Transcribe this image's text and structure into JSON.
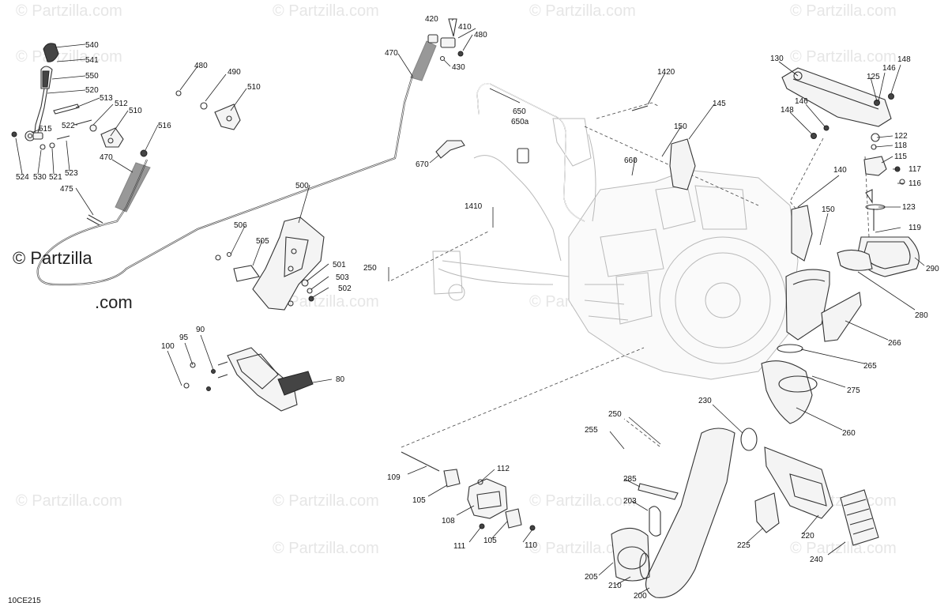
{
  "watermark": {
    "text": "© Partzilla.com",
    "corner_line1": "© Partzilla",
    "corner_line2": ".com"
  },
  "figure_code": "10CE215",
  "callouts": [
    {
      "id": "c540",
      "text": "540"
    },
    {
      "id": "c541",
      "text": "541"
    },
    {
      "id": "c550",
      "text": "550"
    },
    {
      "id": "c520",
      "text": "520"
    },
    {
      "id": "c513",
      "text": "513"
    },
    {
      "id": "c512",
      "text": "512"
    },
    {
      "id": "c510a",
      "text": "510"
    },
    {
      "id": "c515",
      "text": "515"
    },
    {
      "id": "c522",
      "text": "522"
    },
    {
      "id": "c516",
      "text": "516"
    },
    {
      "id": "c524",
      "text": "524"
    },
    {
      "id": "c530",
      "text": "530"
    },
    {
      "id": "c521",
      "text": "521"
    },
    {
      "id": "c523",
      "text": "523"
    },
    {
      "id": "c470a",
      "text": "470"
    },
    {
      "id": "c475",
      "text": "475"
    },
    {
      "id": "c480a",
      "text": "480"
    },
    {
      "id": "c490",
      "text": "490"
    },
    {
      "id": "c510b",
      "text": "510"
    },
    {
      "id": "c420",
      "text": "420"
    },
    {
      "id": "c410",
      "text": "410"
    },
    {
      "id": "c480b",
      "text": "480"
    },
    {
      "id": "c470b",
      "text": "470"
    },
    {
      "id": "c430",
      "text": "430"
    },
    {
      "id": "c1420",
      "text": "1420"
    },
    {
      "id": "c650",
      "text": "650"
    },
    {
      "id": "c650a",
      "text": "650a"
    },
    {
      "id": "c670",
      "text": "670"
    },
    {
      "id": "c145",
      "text": "145"
    },
    {
      "id": "c150a",
      "text": "150"
    },
    {
      "id": "c660",
      "text": "660"
    },
    {
      "id": "c1410",
      "text": "1410"
    },
    {
      "id": "c500",
      "text": "500"
    },
    {
      "id": "c506",
      "text": "506"
    },
    {
      "id": "c505",
      "text": "505"
    },
    {
      "id": "c501",
      "text": "501"
    },
    {
      "id": "c503",
      "text": "503"
    },
    {
      "id": "c502",
      "text": "502"
    },
    {
      "id": "c250a",
      "text": "250"
    },
    {
      "id": "c130",
      "text": "130"
    },
    {
      "id": "c148a",
      "text": "148"
    },
    {
      "id": "c146a",
      "text": "146"
    },
    {
      "id": "c125",
      "text": "125"
    },
    {
      "id": "c146b",
      "text": "146"
    },
    {
      "id": "c148b",
      "text": "148"
    },
    {
      "id": "c122",
      "text": "122"
    },
    {
      "id": "c118",
      "text": "118"
    },
    {
      "id": "c115",
      "text": "115"
    },
    {
      "id": "c117",
      "text": "117"
    },
    {
      "id": "c116",
      "text": "116"
    },
    {
      "id": "c140",
      "text": "140"
    },
    {
      "id": "c123",
      "text": "123"
    },
    {
      "id": "c150b",
      "text": "150"
    },
    {
      "id": "c119",
      "text": "119"
    },
    {
      "id": "c290",
      "text": "290"
    },
    {
      "id": "c280",
      "text": "280"
    },
    {
      "id": "c266",
      "text": "266"
    },
    {
      "id": "c265",
      "text": "265"
    },
    {
      "id": "c275",
      "text": "275"
    },
    {
      "id": "c260",
      "text": "260"
    },
    {
      "id": "c90",
      "text": "90"
    },
    {
      "id": "c95",
      "text": "95"
    },
    {
      "id": "c100",
      "text": "100"
    },
    {
      "id": "c80",
      "text": "80"
    },
    {
      "id": "c230",
      "text": "230"
    },
    {
      "id": "c250b",
      "text": "250"
    },
    {
      "id": "c255",
      "text": "255"
    },
    {
      "id": "c109",
      "text": "109"
    },
    {
      "id": "c112",
      "text": "112"
    },
    {
      "id": "c105a",
      "text": "105"
    },
    {
      "id": "c108",
      "text": "108"
    },
    {
      "id": "c105b",
      "text": "105"
    },
    {
      "id": "c111",
      "text": "111"
    },
    {
      "id": "c110",
      "text": "110"
    },
    {
      "id": "c285",
      "text": "285"
    },
    {
      "id": "c203",
      "text": "203"
    },
    {
      "id": "c225",
      "text": "225"
    },
    {
      "id": "c220",
      "text": "220"
    },
    {
      "id": "c240",
      "text": "240"
    },
    {
      "id": "c205",
      "text": "205"
    },
    {
      "id": "c210",
      "text": "210"
    },
    {
      "id": "c200",
      "text": "200"
    }
  ]
}
